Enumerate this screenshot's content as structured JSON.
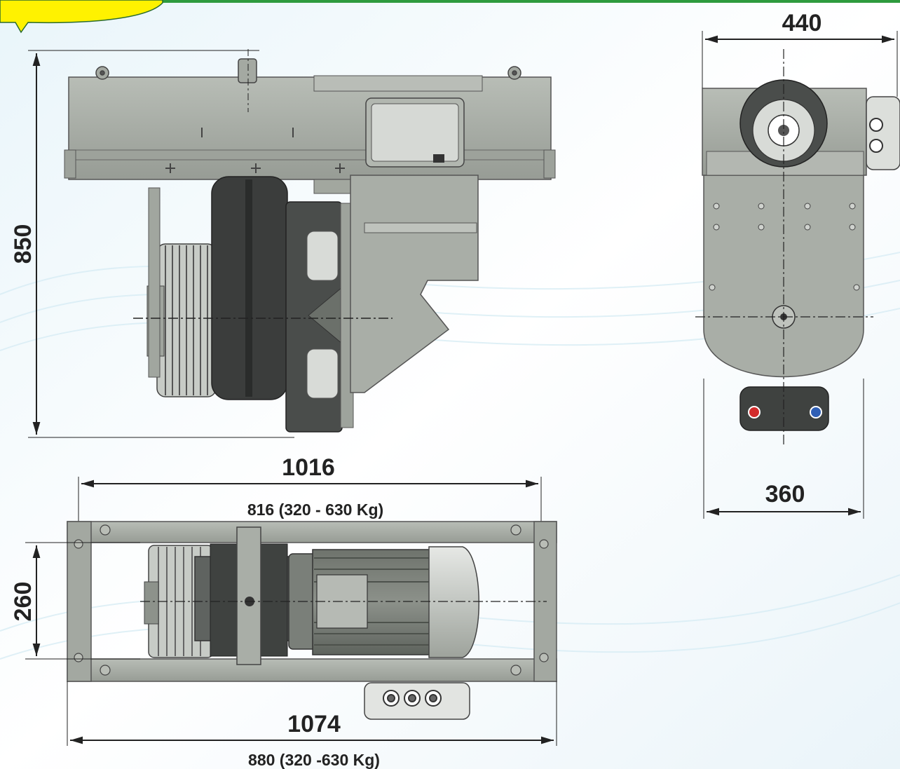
{
  "dimensions": {
    "side_height": "850",
    "top_width": "1016",
    "top_width_note": "816 (320 - 630 Kg)",
    "plan_depth": "260",
    "plan_width": "1074",
    "plan_width_note": "880 (320 -630 Kg)",
    "end_width_top": "440",
    "end_width_bottom": "360"
  },
  "colors": {
    "frame_green": "#2e9b3e",
    "tab_yellow": "#fff200",
    "steel": "#a9aea7",
    "steel_dark": "#7f857d",
    "sheave": "#c7cbc6",
    "drum_dark": "#3b3d3c",
    "motor_light": "#d8dbd7",
    "dim_ink": "#222222",
    "bg_wave": "#d8edf5",
    "red_dot": "#d22b2b",
    "blue_dot": "#2f5fb5"
  }
}
